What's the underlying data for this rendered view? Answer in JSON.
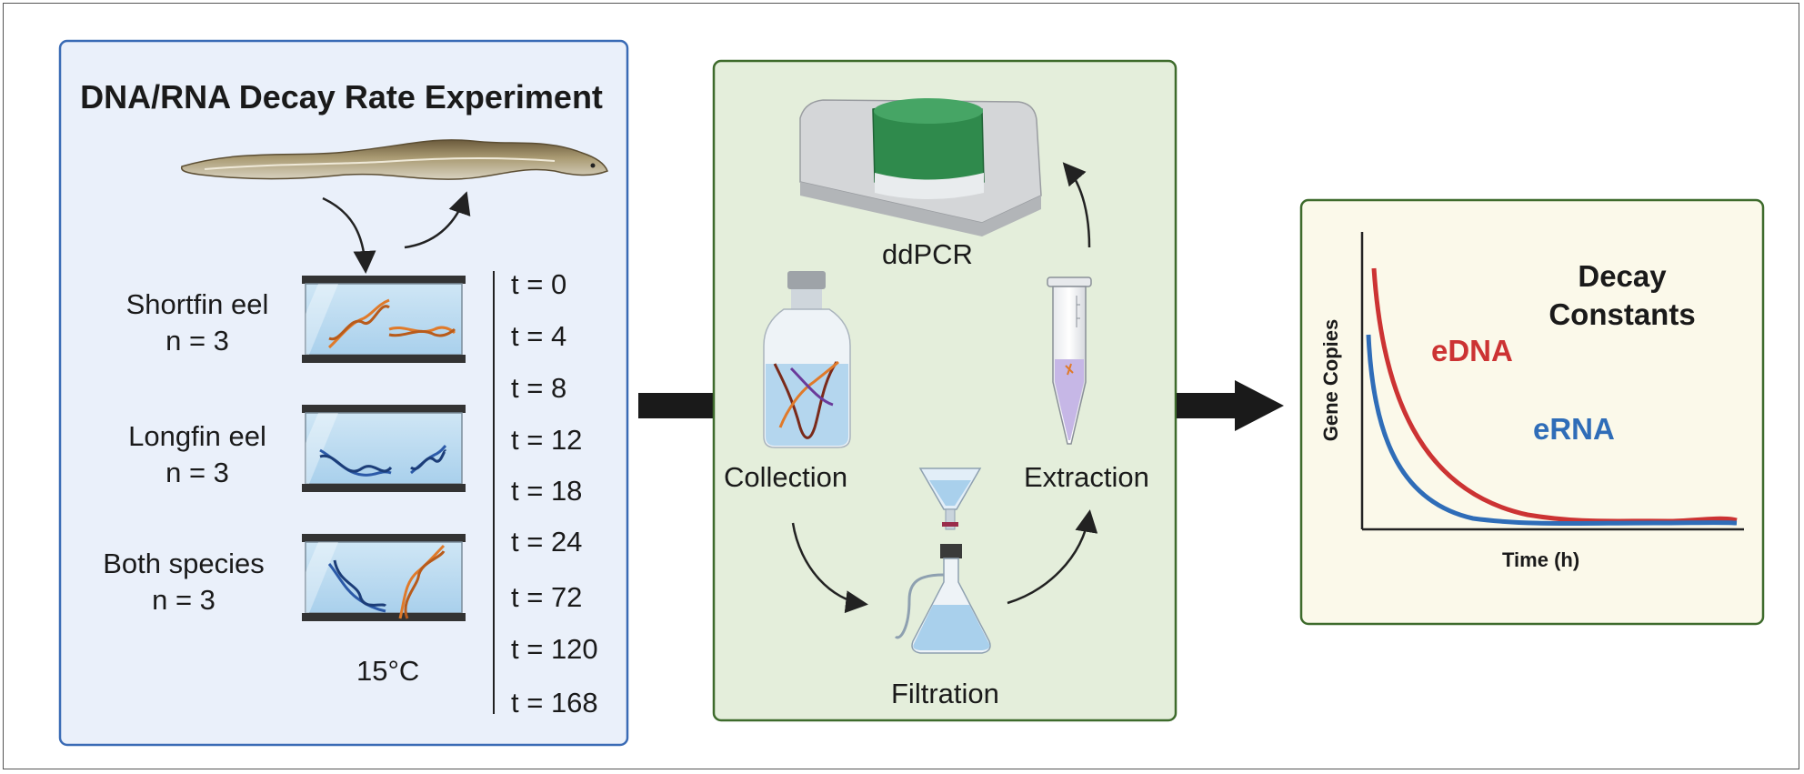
{
  "title": "DNA/RNA Decay Rate Experiment",
  "tanks": [
    {
      "species": "Shortfin eel",
      "n": "n = 3",
      "helix_color": "#e07a2a"
    },
    {
      "species": "Longfin eel",
      "n": "n = 3",
      "helix_color": "#2c5aa8"
    },
    {
      "species": "Both species",
      "n": "n = 3",
      "helix_color": "mixed"
    }
  ],
  "temperature": "15°C",
  "timepoints": [
    "t = 0",
    "t = 4",
    "t = 8",
    "t = 12",
    "t = 18",
    "t = 24",
    "t = 72",
    "t = 120",
    "t = 168"
  ],
  "workflow": {
    "collection": "Collection",
    "filtration": "Filtration",
    "extraction": "Extraction",
    "ddpcr": "ddPCR"
  },
  "results": {
    "title_line1": "Decay",
    "title_line2": "Constants",
    "xlabel": "Time (h)",
    "ylabel": "Gene Copies",
    "series": [
      {
        "name": "eDNA",
        "color": "#cc3333"
      },
      {
        "name": "eRNA",
        "color": "#2f6db8"
      }
    ]
  },
  "colors": {
    "panel1_bg": "#eaf0fa",
    "panel1_border": "#3a6bb5",
    "panel2_bg": "#e4eedb",
    "panel2_border": "#3e6b2c",
    "panel3_bg": "#fbf9ea",
    "panel3_border": "#3e6b2c"
  }
}
